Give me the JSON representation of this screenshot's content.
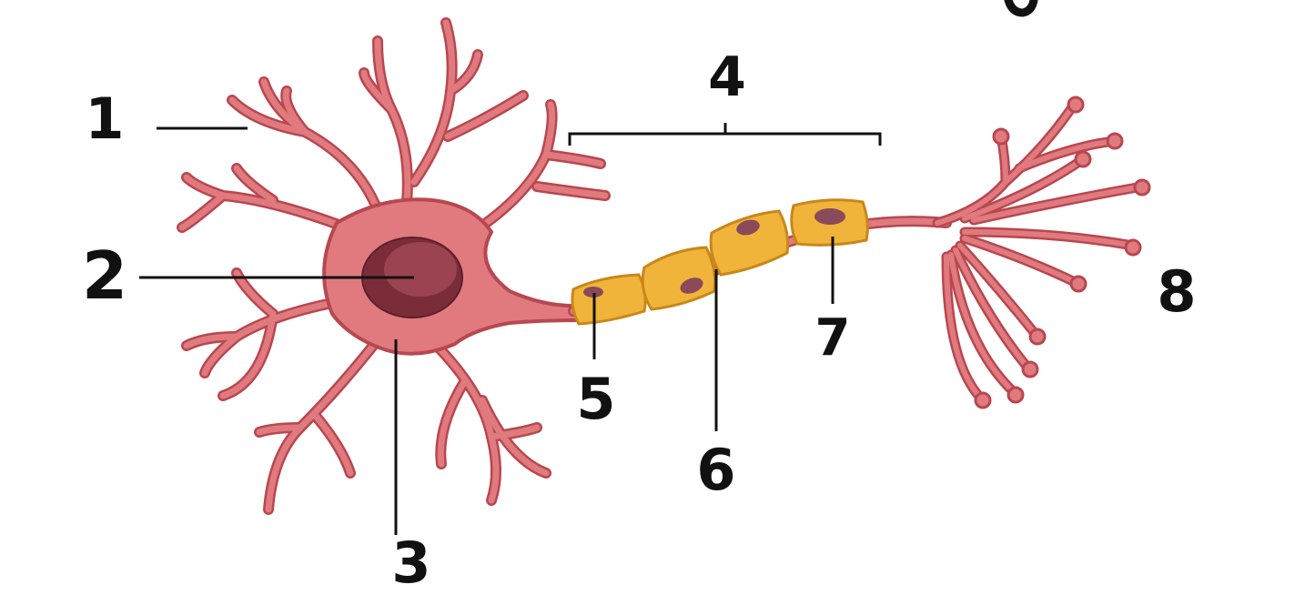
{
  "labels": {
    "l1": "1",
    "l2": "2",
    "l3": "3",
    "l4": "4",
    "l5": "5",
    "l6": "6",
    "l7": "7",
    "l8": "8"
  },
  "colors": {
    "cell_fill": "#e07a7e",
    "cell_outline": "#b8474f",
    "nucleus": "#7a2d39",
    "nucleus_highlight": "#9b4350",
    "myelin_fill": "#f0b43a",
    "myelin_outline": "#c9871a",
    "schwann_nucleus": "#8a4a5a",
    "ink": "#111111"
  }
}
